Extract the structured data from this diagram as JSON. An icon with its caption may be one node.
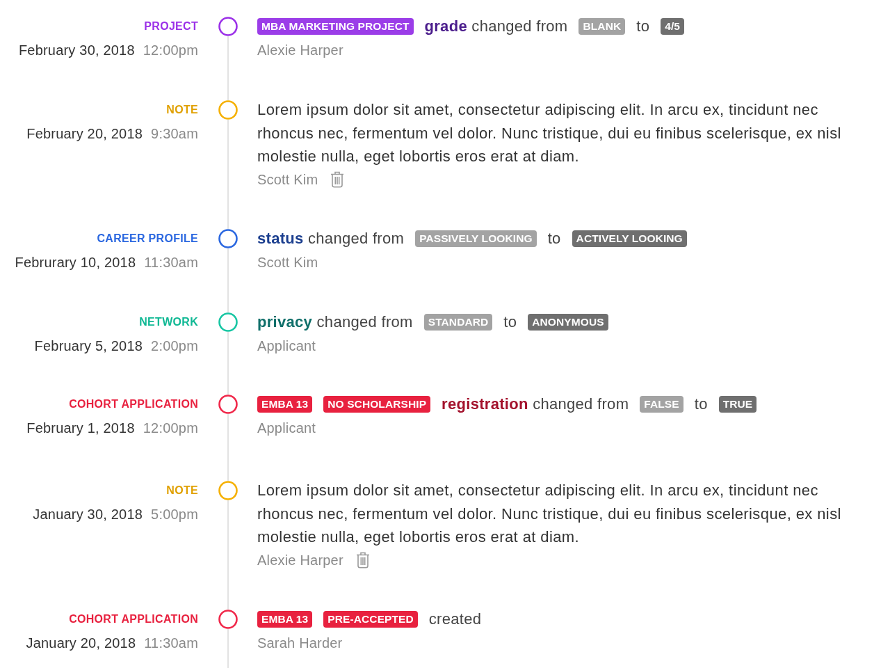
{
  "diagram": {
    "nodes": [
      {
        "text": [],
        "shape": "circle",
        "beside": [
          "PROJECT"
        ]
      },
      {
        "text": [
          "MBA MARKETING PROJECT"
        ]
      },
      {
        "text": [
          "BLANK"
        ]
      },
      {
        "text": [
          "4/5"
        ]
      },
      {
        "text": [],
        "shape": "circle",
        "beside": [
          "NOTE"
        ]
      },
      {
        "text": [],
        "shape": "circle",
        "beside": [
          "CAREER PROFILE"
        ]
      },
      {
        "text": [
          "PASSIVELY LOOKING"
        ]
      },
      {
        "text": [
          "ACTIVELY LOOKING"
        ]
      },
      {
        "text": [],
        "shape": "circle",
        "beside": [
          "NETWORK"
        ]
      },
      {
        "text": [
          "STANDARD"
        ]
      },
      {
        "text": [
          "ANONYMOUS"
        ]
      },
      {
        "text": [],
        "shape": "circle",
        "beside": [
          "COHORT APPLICATION"
        ]
      },
      {
        "text": [
          "EMBA 13"
        ]
      },
      {
        "text": [
          "NO SCHOLARSHIP"
        ]
      },
      {
        "text": [
          "FALSE"
        ]
      },
      {
        "text": [
          "TRUE"
        ]
      },
      {
        "text": [],
        "shape": "circle",
        "beside": [
          "NOTE"
        ]
      },
      {
        "text": [],
        "shape": "circle",
        "beside": [
          "COHORT APPLICATION"
        ]
      },
      {
        "text": [
          "EMBA 13"
        ]
      },
      {
        "text": [
          "PRE-ACCEPTED"
        ]
      }
    ],
    "edges": [
      {
        "from": 0,
        "to": 4,
        "arrow": "none"
      },
      {
        "from": 4,
        "to": 5,
        "arrow": "none"
      },
      {
        "from": 5,
        "to": 8,
        "arrow": "none"
      },
      {
        "from": 8,
        "to": 11,
        "arrow": "none"
      },
      {
        "from": 11,
        "to": 16,
        "arrow": "none"
      },
      {
        "from": 16,
        "to": 17,
        "arrow": "none"
      },
      {
        "from": 17,
        "to": null,
        "arrow": "none"
      }
    ],
    "labels": [
      "**grade** changed from",
      "to",
      "February 30, 2018",
      "12:00pm",
      "Alexie Harper",
      "Lorem ipsum dolor sit amet, consectetur adipiscing elit. In arcu ex, tincidunt nec rhoncus nec, fermentum vel dolor. Nunc tristique, dui eu finibus scelerisque, ex nisl molestie nulla, eget lobortis eros erat at diam.",
      "February 20, 2018",
      "9:30am",
      "Scott Kim",
      "**status** changed from",
      "to",
      "Februrary 10, 2018",
      "11:30am",
      "Scott Kim",
      "**privacy** changed from",
      "to",
      "February 5, 2018",
      "2:00pm",
      "Applicant",
      "**registration** changed from",
      "to",
      "February 1, 2018",
      "12:00pm",
      "Applicant",
      "Lorem ipsum dolor sit amet, consectetur adipiscing elit. In arcu ex, tincidunt nec rhoncus nec, fermentum vel dolor. Nunc tristique, dui eu finibus scelerisque, ex nisl molestie nulla, eget lobortis eros erat at diam.",
      "January 30, 2018",
      "5:00pm",
      "Alexie Harper",
      "created",
      "January 20, 2018",
      "11:30am",
      "Sarah Harder"
    ]
  }
}
